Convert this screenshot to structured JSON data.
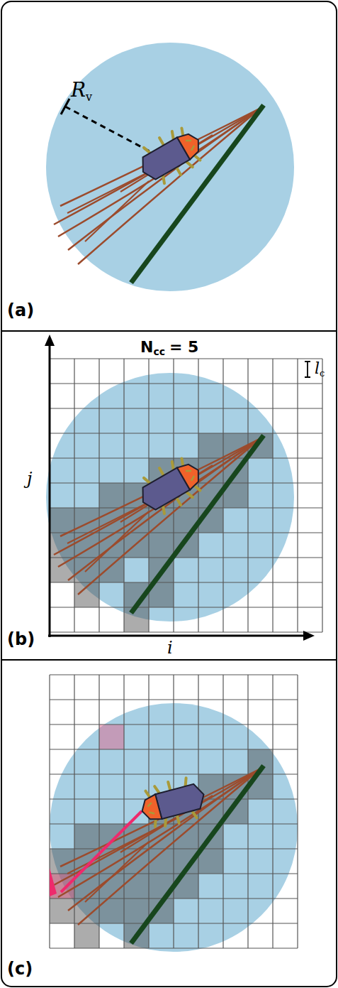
{
  "diagram": {
    "labels": [
      "R",
      "v",
      "(a)",
      "N",
      "cc",
      "= 5",
      "l",
      "c",
      "j",
      "i",
      "(b)",
      "(c)"
    ]
  }
}
